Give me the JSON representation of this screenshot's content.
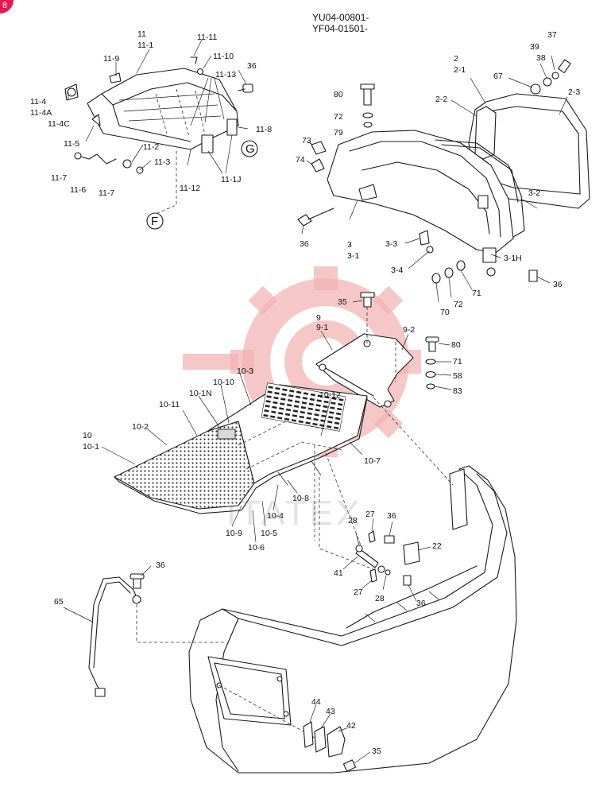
{
  "header": {
    "serial_line_1": "YU04-00801-",
    "serial_line_2": "YF04-01501-"
  },
  "corner_badge": {
    "text": "8",
    "color": "#e8174f"
  },
  "watermark": {
    "text": "ITATEX",
    "color": "#f2b4b4"
  },
  "callouts": {
    "c11": "11",
    "c11_1": "11-1",
    "c11_9": "11-9",
    "c11_11": "11-11",
    "c11_10": "11-10",
    "c36a": "36",
    "c11_13": "11-13",
    "c11_4": "11-4",
    "c11_4a": "11-4A",
    "c11_4c": "11-4C",
    "c11_8": "11-8",
    "c11_5": "11-5",
    "c11_2": "11-2",
    "c11_3": "11-3",
    "c11_7a": "11-7",
    "c11_6": "11-6",
    "c11_7b": "11-7",
    "c11_12": "11-12",
    "c11_1j": "11-1J",
    "refF": "F",
    "refG": "G",
    "c2": "2",
    "c2_1": "2-1",
    "c2_2": "2-2",
    "c2_3": "2-3",
    "c37": "37",
    "c38": "38",
    "c39": "39",
    "c67": "67",
    "c80a": "80",
    "c72a": "72",
    "c79": "79",
    "c73": "73",
    "c74": "74",
    "c3_2": "3-2",
    "c36b": "36",
    "c3": "3",
    "c3_1": "3-1",
    "c3_3": "3-3",
    "c3_4": "3-4",
    "c3_1h": "3-1H",
    "c36c": "36",
    "c70": "70",
    "c72b": "72",
    "c71a": "71",
    "c35a": "35",
    "c9": "9",
    "c9_1": "9-1",
    "c9_2": "9-2",
    "c80b": "80",
    "c71b": "71",
    "c58": "58",
    "c83": "83",
    "c10_3": "10-3",
    "c10_10": "10-10",
    "c10_1n": "10-1N",
    "c10_11": "10-11",
    "c10_12": "10-12",
    "c10_2": "10-2",
    "c10": "10",
    "c10_1": "10-1",
    "c10_7": "10-7",
    "c10_8": "10-8",
    "c10_4": "10-4",
    "c10_9": "10-9",
    "c10_5": "10-5",
    "c10_6": "10-6",
    "c28a": "28",
    "c27a": "27",
    "c36d": "36",
    "c22": "22",
    "c41": "41",
    "c27b": "27",
    "c28b": "28",
    "c36e": "36",
    "c36f": "36",
    "c65": "65",
    "c44": "44",
    "c43": "43",
    "c42": "42",
    "c35b": "35"
  }
}
